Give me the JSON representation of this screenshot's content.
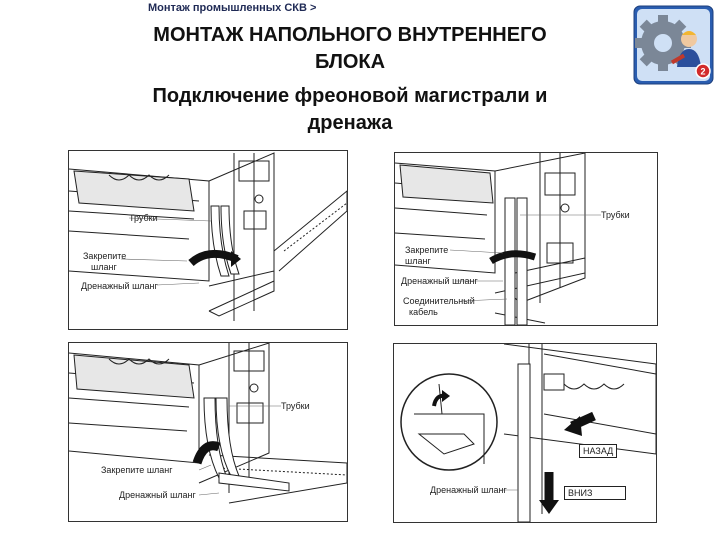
{
  "header": {
    "breadcrumb": "Монтаж промышленных СКВ >",
    "title_line1": "МОНТАЖ НАПОЛЬНОГО ВНУТРЕННЕГО",
    "title_line2": "БЛОКА",
    "subtitle_line1": "Подключение фреоновой магистрали и",
    "subtitle_line2": "дренажа"
  },
  "logo": {
    "icon": "gear-worker-icon",
    "badge": "2",
    "accent": "#2a5db0",
    "badge_color": "#d22b2b"
  },
  "panels": {
    "p1": {
      "pipes": "Трубки",
      "fix_hose_1": "Закрепите",
      "fix_hose_2": "шланг",
      "drain_hose": "Дренажный шланг"
    },
    "p2": {
      "pipes": "Трубки",
      "fix_hose_1": "Закрепите",
      "fix_hose_2": "шланг",
      "drain_hose": "Дренажный шланг",
      "cable_1": "Соединительный",
      "cable_2": "кабель"
    },
    "p3": {
      "pipes": "Трубки",
      "fix_hose": "Закрепите шланг",
      "drain_hose": "Дренажный шланг"
    },
    "p4": {
      "back": "НАЗАД",
      "down": "ВНИЗ",
      "drain_hose": "Дренажный шланг"
    }
  }
}
